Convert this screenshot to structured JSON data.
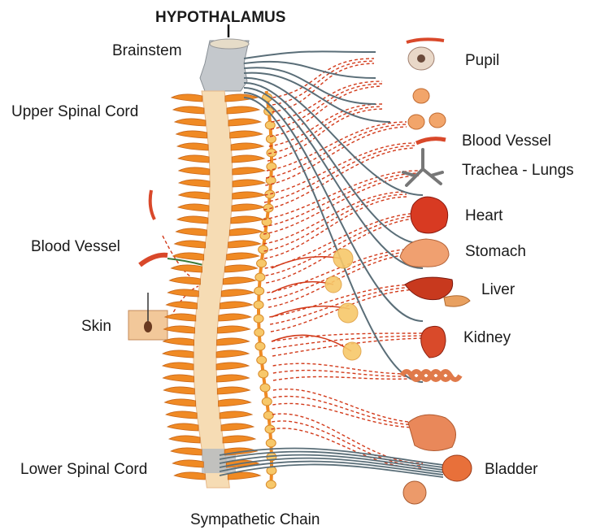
{
  "title": "HYPOTHALAMUS",
  "labels": {
    "brainstem": "Brainstem",
    "upper_spinal_cord": "Upper Spinal Cord",
    "blood_vessel_left": "Blood Vessel",
    "skin": "Skin",
    "lower_spinal_cord": "Lower Spinal Cord",
    "sympathetic_chain": "Sympathetic Chain",
    "pupil": "Pupil",
    "blood_vessel_right": "Blood Vessel",
    "trachea_lungs": "Trachea - Lungs",
    "heart": "Heart",
    "stomach": "Stomach",
    "liver": "Liver",
    "kidney": "Kidney",
    "bladder": "Bladder"
  },
  "colors": {
    "nerve_red": "#d23a1a",
    "nerve_gray": "#5a6e78",
    "spine_orange": "#f08a24",
    "cord_cream": "#f6dcb4",
    "ganglion_yellow": "#f7c86a"
  }
}
